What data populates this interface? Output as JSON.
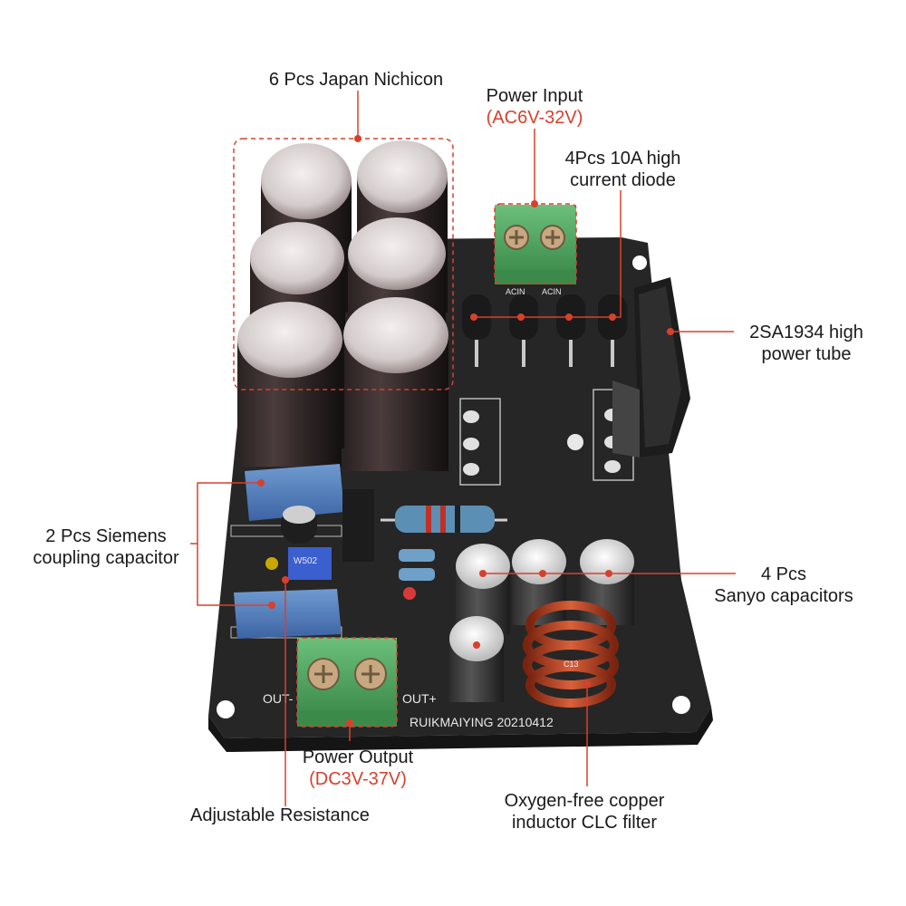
{
  "colors": {
    "accent": "#d8402c",
    "board": "#2b2b2b",
    "text": "#1a1a1a"
  },
  "board": {
    "brand_silkscreen": "RUIKMAIYING 20210412",
    "out_minus": "OUT-",
    "out_plus": "OUT+",
    "acin_left": "ACIN",
    "acin_right": "ACIN",
    "pot_marking": "W502",
    "inductor_marking": "C13"
  },
  "callouts": {
    "nichicon": "6 Pcs Japan Nichicon",
    "power_input": "Power Input",
    "power_input_range": "(AC6V-32V)",
    "diode_line1": "4Pcs 10A high",
    "diode_line2": "current diode",
    "tube_line1": "2SA1934 high",
    "tube_line2": "power tube",
    "siemens_line1": "2 Pcs Siemens",
    "siemens_line2": "coupling capacitor",
    "sanyo_line1": "4 Pcs",
    "sanyo_line2": "Sanyo capacitors",
    "power_output": "Power Output",
    "power_output_range": "(DC3V-37V)",
    "adjustable": "Adjustable Resistance",
    "inductor_line1": "Oxygen-free copper",
    "inductor_line2": "inductor CLC filter"
  }
}
